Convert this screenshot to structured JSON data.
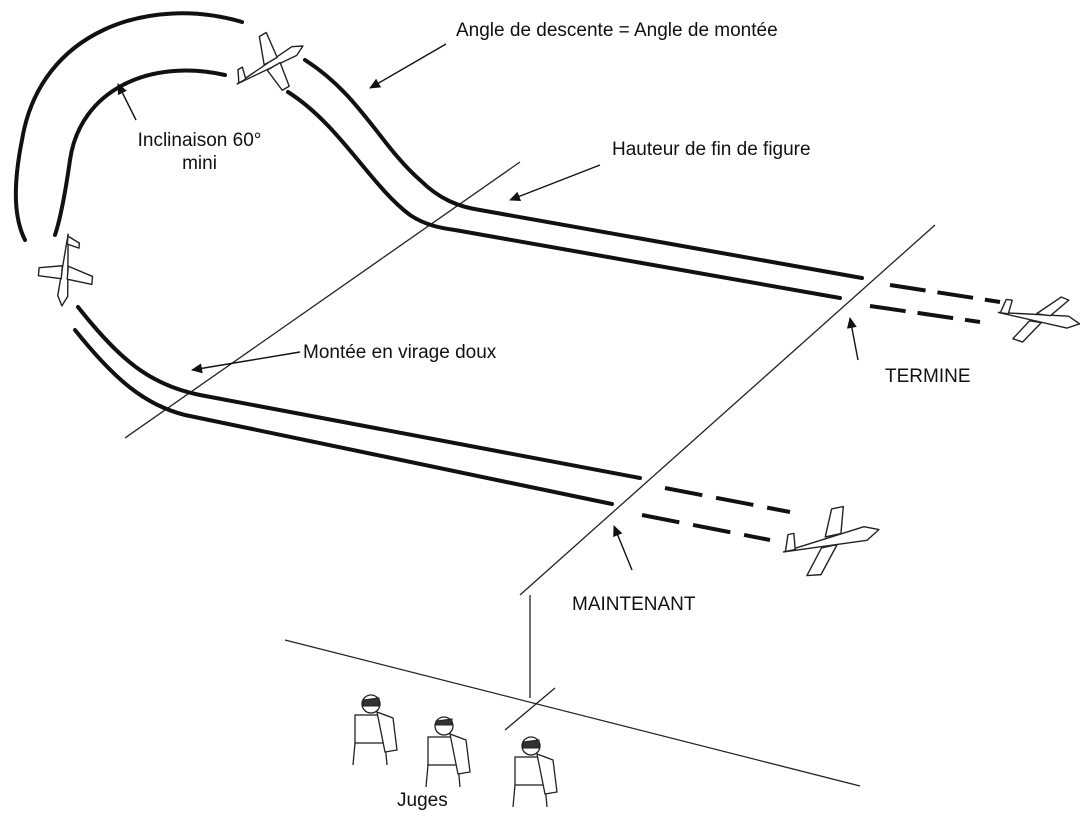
{
  "labels": {
    "descent": "Angle de descente = Angle de montée",
    "bank_line1": "Inclinaison 60°",
    "bank_line2": "mini",
    "finish_height": "Hauteur de fin de figure",
    "climb": "Montée en virage doux",
    "termine": "TERMINE",
    "maintenant": "MAINTENANT",
    "judges": "Juges"
  }
}
